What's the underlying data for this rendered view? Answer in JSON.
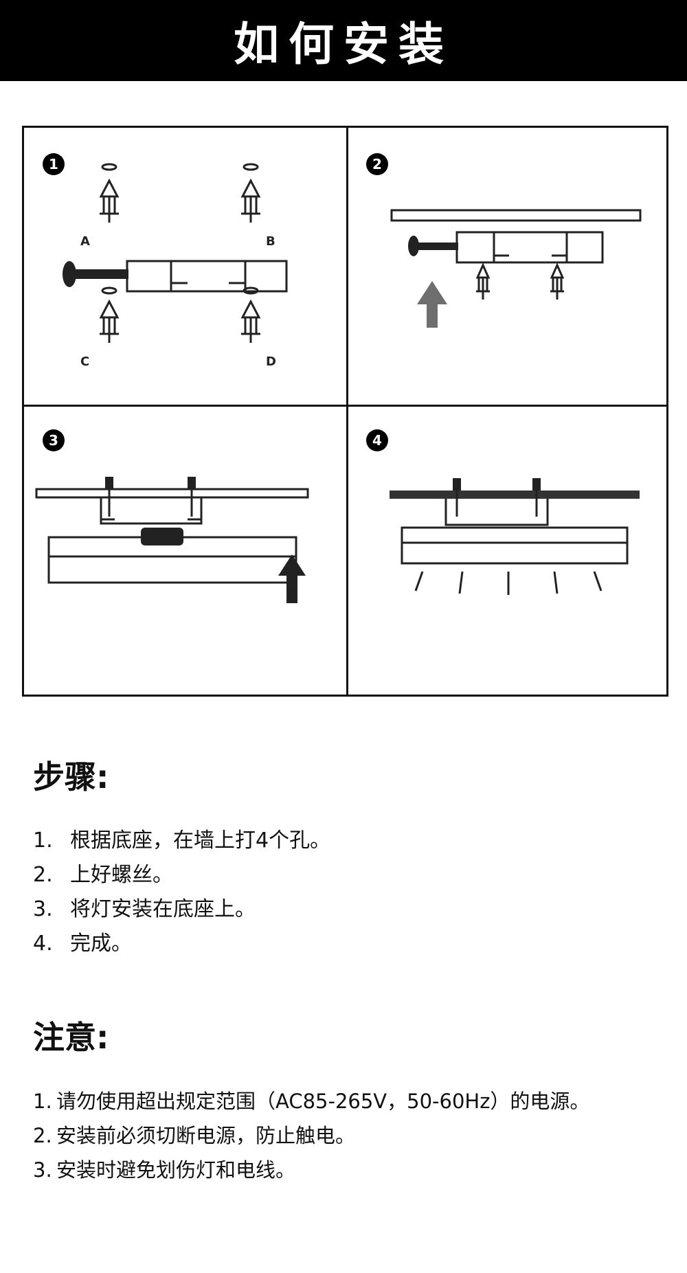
{
  "header": {
    "title": "如何安装"
  },
  "panels": [
    {
      "number": "1",
      "labels": [
        "A",
        "B",
        "C",
        "D"
      ]
    },
    {
      "number": "2"
    },
    {
      "number": "3"
    },
    {
      "number": "4"
    }
  ],
  "steps": {
    "title": "步骤:",
    "items": [
      {
        "num": "1.",
        "text": "根据底座，在墙上打4个孔。"
      },
      {
        "num": "2.",
        "text": "上好螺丝。"
      },
      {
        "num": "3.",
        "text": "将灯安装在底座上。"
      },
      {
        "num": "4.",
        "text": "完成。"
      }
    ]
  },
  "notes": {
    "title": "注意:",
    "items": [
      {
        "num": "1.",
        "text": "请勿使用超出规定范围（AC85-265V，50-60Hz）的电源。"
      },
      {
        "num": "2.",
        "text": "安装前必须切断电源，防止触电。"
      },
      {
        "num": "3.",
        "text": "安装时避免划伤灯和电线。"
      }
    ]
  }
}
